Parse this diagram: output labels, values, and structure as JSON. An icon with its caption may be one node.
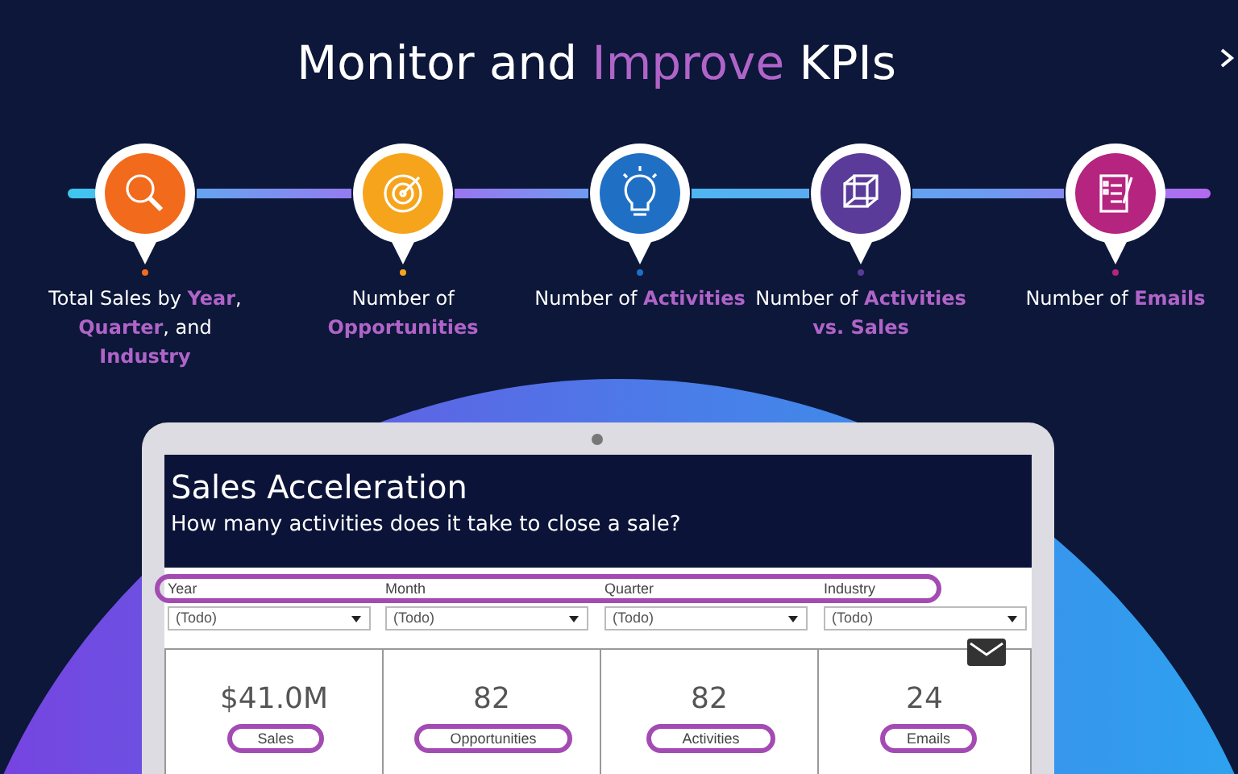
{
  "diagram": {
    "title": "Monitor and **Improve** KPIs",
    "nodes": [
      {
        "text": [],
        "shape": "circle",
        "beside": [
          "Total Sales by **Year**, **Quarter**, and **Industry**"
        ]
      },
      {
        "text": [],
        "shape": "circle",
        "beside": [
          "Number of **Opportunities**"
        ]
      },
      {
        "text": [],
        "shape": "circle",
        "beside": [
          "Number of **Activities**"
        ]
      },
      {
        "text": [],
        "shape": "circle",
        "beside": [
          "Number of **Activities vs. Sales**"
        ]
      },
      {
        "text": [],
        "shape": "circle",
        "beside": [
          "Number of **Emails**"
        ]
      },
      {
        "text": [
          "Sales Acceleration",
          "How many activities does it take to close a sale?"
        ]
      },
      {
        "text": [
          "$41.0M",
          "Sales"
        ]
      },
      {
        "text": [
          "82",
          "Opportunities"
        ]
      },
      {
        "text": [
          "82",
          "Activities"
        ]
      },
      {
        "text": [
          "24",
          "Emails"
        ]
      }
    ],
    "edges": [
      {
        "from": 0,
        "to": 1,
        "arrow": "none"
      },
      {
        "from": 1,
        "to": 2,
        "arrow": "none"
      },
      {
        "from": 2,
        "to": 3,
        "arrow": "none"
      },
      {
        "from": 3,
        "to": 4,
        "arrow": "none"
      }
    ],
    "labels": [
      "Year",
      "Month",
      "Quarter",
      "Industry",
      "(Todo)",
      "(Todo)",
      "(Todo)",
      "(Todo)"
    ]
  }
}
